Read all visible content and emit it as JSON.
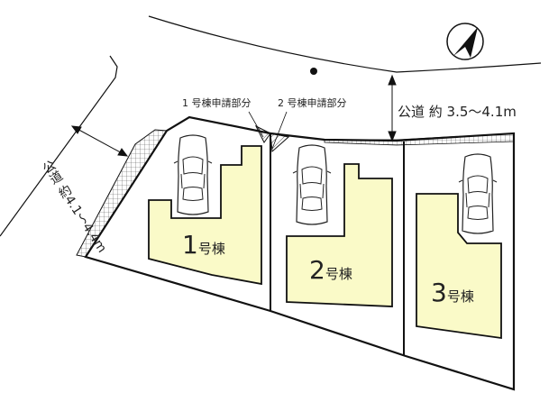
{
  "labels": {
    "application_1": "1 号棟申請部分",
    "application_2": "2 号棟申請部分",
    "road_top": "公道 約 3.5〜4.1m",
    "road_side": "公道 約4.1〜4.4m"
  },
  "buildings": [
    {
      "number": "1",
      "suffix": "号棟"
    },
    {
      "number": "2",
      "suffix": "号棟"
    },
    {
      "number": "3",
      "suffix": "号棟"
    }
  ],
  "colors": {
    "building_fill": "#fafac8",
    "line": "#111111"
  },
  "icons": [
    "compass-north-icon",
    "car-icon"
  ]
}
